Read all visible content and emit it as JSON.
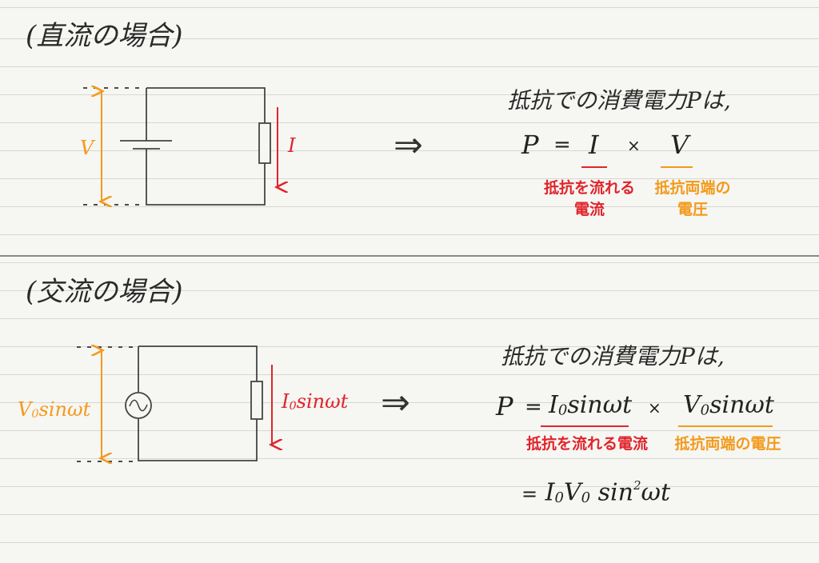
{
  "dc": {
    "title": "(直流の場合)",
    "voltage_label": "V",
    "current_label": "I",
    "arrow": "⇒",
    "heading": "抵抗での消費電力Pは,",
    "eq": {
      "p": "P",
      "eq": "=",
      "i": "I",
      "times": "×",
      "v": "V"
    },
    "note_current": "抵抗を流れる\n電流",
    "note_voltage": "抵抗両端の\n電圧"
  },
  "ac": {
    "title": "(交流の場合)",
    "source_symbol": "~",
    "voltage_label": {
      "base": "V",
      "sub": "0",
      "rest": "sinωt"
    },
    "current_label": {
      "base": "I",
      "sub": "0",
      "rest": "sinωt"
    },
    "arrow": "⇒",
    "heading": "抵抗での消費電力Pは,",
    "eq1": {
      "p": "P",
      "eq": "=",
      "i": {
        "base": "I",
        "sub": "0",
        "rest": "sinωt"
      },
      "times": "×",
      "v": {
        "base": "V",
        "sub": "0",
        "rest": "sinωt"
      }
    },
    "note_current": "抵抗を流れる電流",
    "note_voltage": "抵抗両端の電圧",
    "eq2": {
      "eq": "=",
      "i": "I",
      "i_sub": "0",
      "v": "V",
      "v_sub": "0",
      "sin": "sin",
      "sq": "2",
      "rest": "ωt"
    }
  },
  "colors": {
    "voltage": "#f39a1b",
    "current": "#e0242a",
    "wire": "#444444"
  }
}
